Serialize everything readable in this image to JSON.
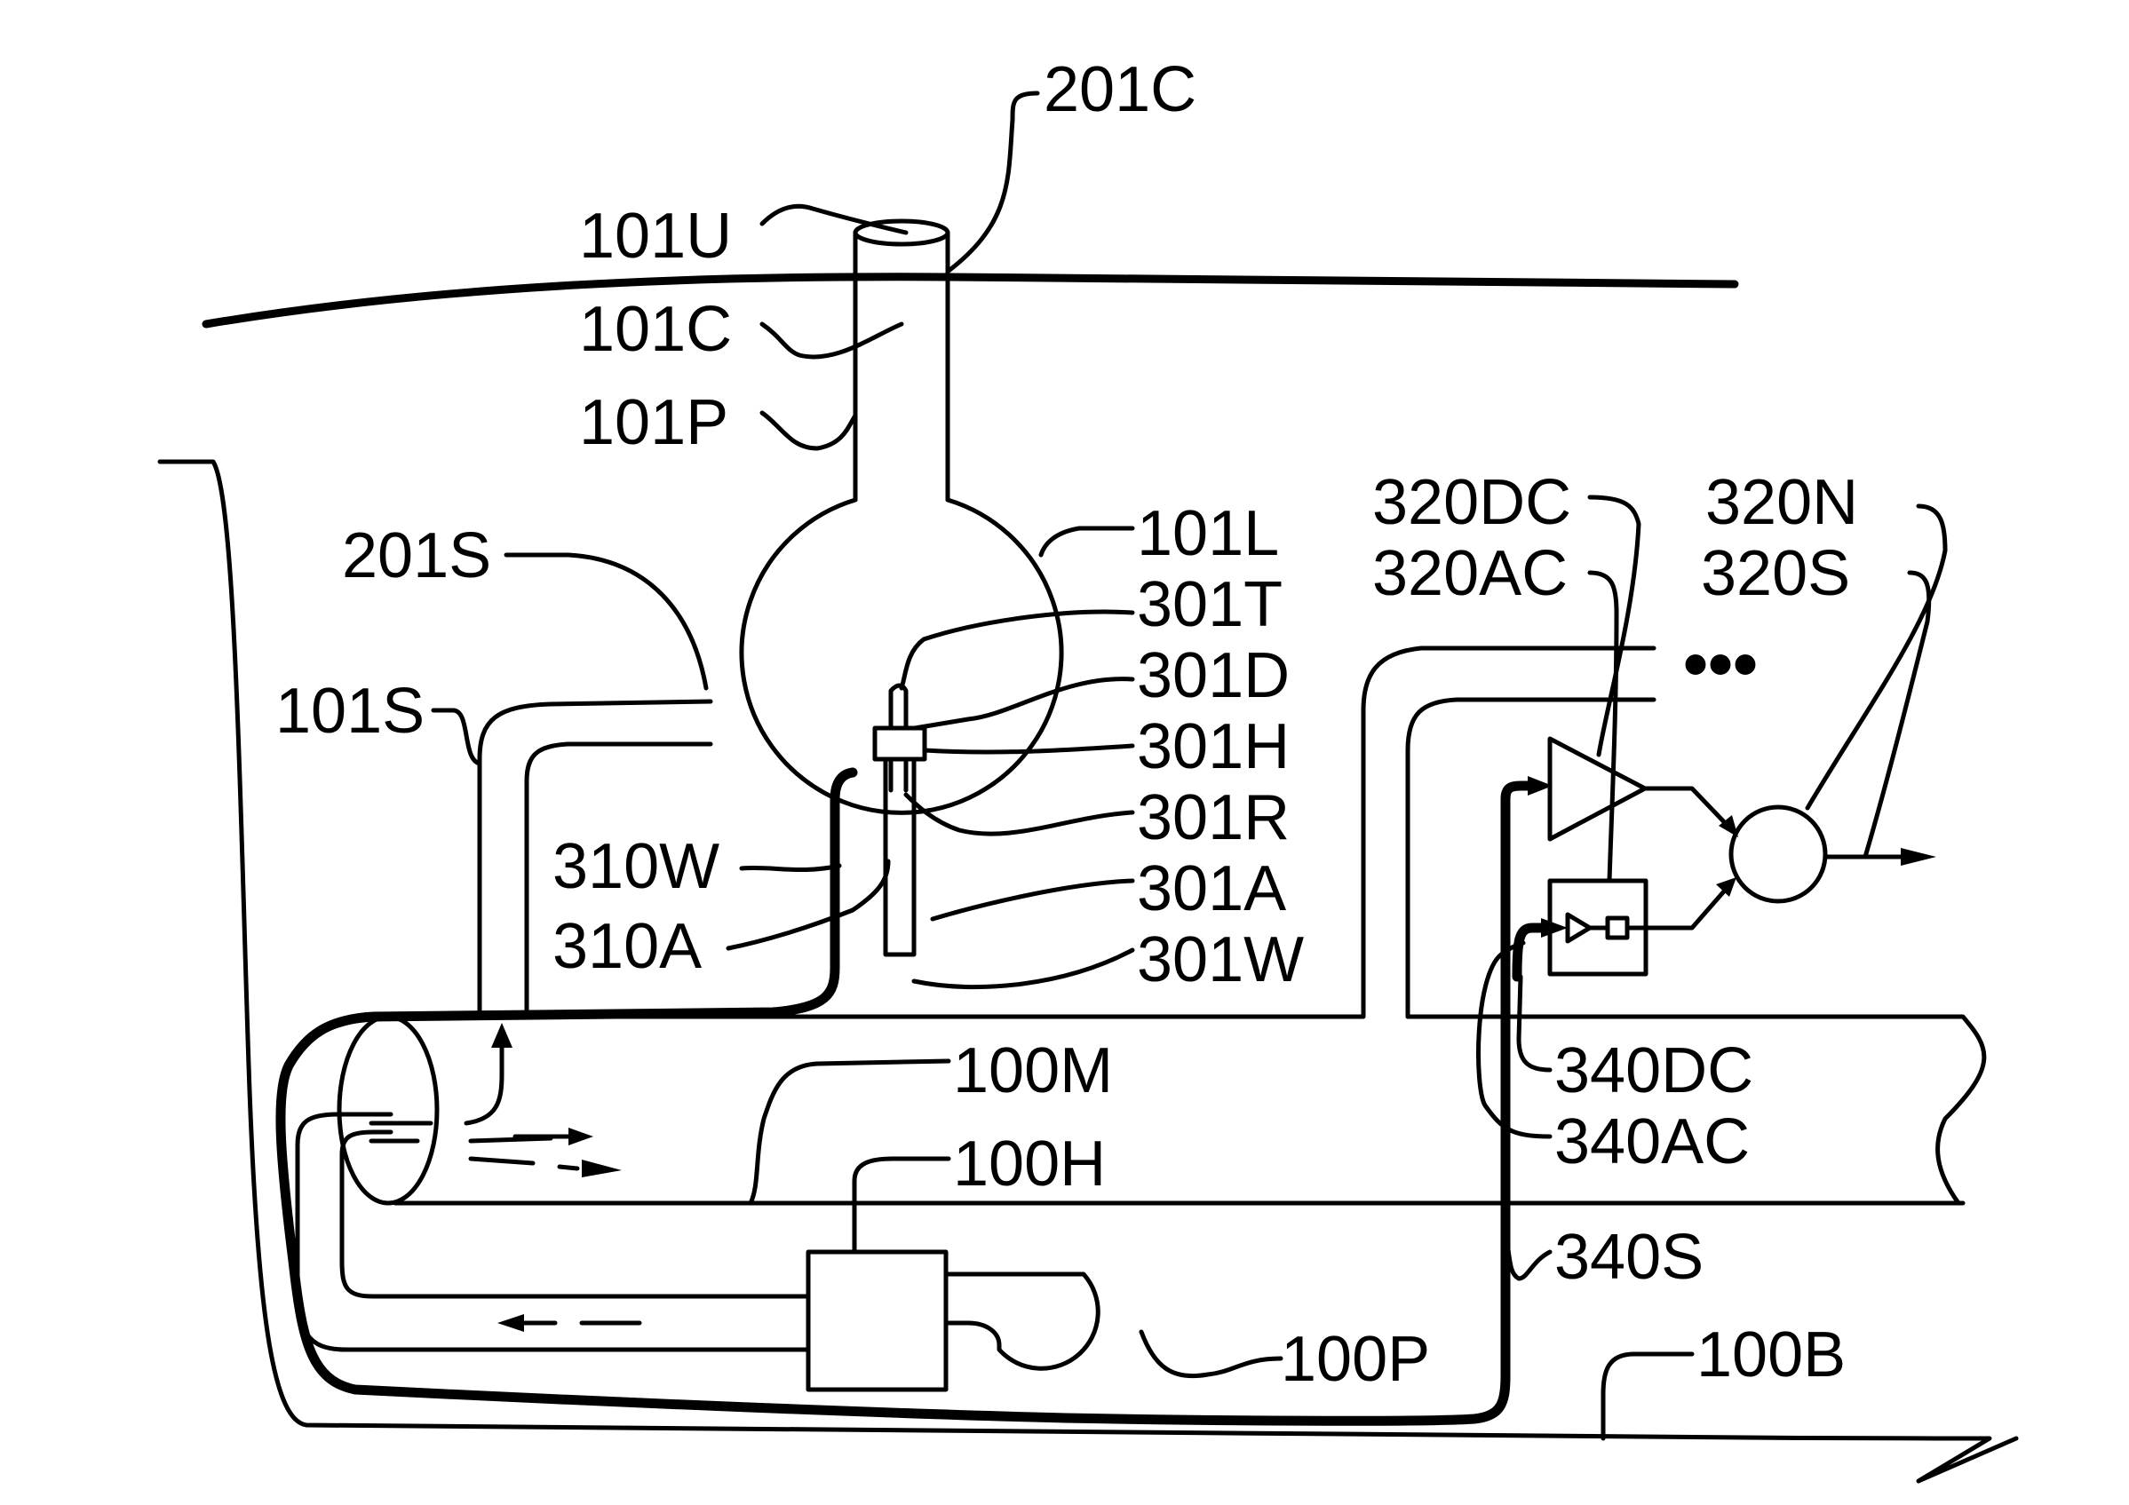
{
  "labels": {
    "l201C": "201C",
    "l101U": "101U",
    "l101C": "101C",
    "l101P": "101P",
    "l201S": "201S",
    "l101S": "101S",
    "l101L": "101L",
    "l301T": "301T",
    "l301D": "301D",
    "l301H": "301H",
    "l301R": "301R",
    "l310W": "310W",
    "l301A": "301A",
    "l310A": "310A",
    "l301W": "301W",
    "l320DC": "320DC",
    "l320AC": "320AC",
    "l320N": "320N",
    "l320S": "320S",
    "l100M": "100M",
    "l100H": "100H",
    "l100P": "100P",
    "l100B": "100B",
    "l340DC": "340DC",
    "l340AC": "340AC",
    "l340S": "340S"
  },
  "ellipsis": "•••"
}
